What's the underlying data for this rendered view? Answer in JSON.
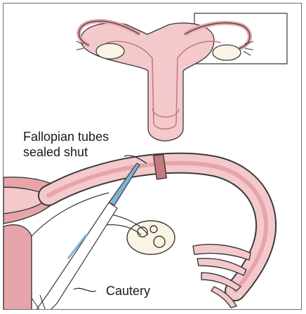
{
  "labels": {
    "fallopian_line1": "Fallopian tubes",
    "fallopian_line2": "sealed shut",
    "cautery": "Cautery"
  },
  "colors": {
    "tissue_light": "#f3c9cc",
    "tissue_mid": "#e7a4aa",
    "tissue_dark": "#c77980",
    "outline": "#3a3a3a",
    "ovary": "#fbf4e4",
    "instrument": "#7fb3d8",
    "frame": "#6e6e6e"
  }
}
